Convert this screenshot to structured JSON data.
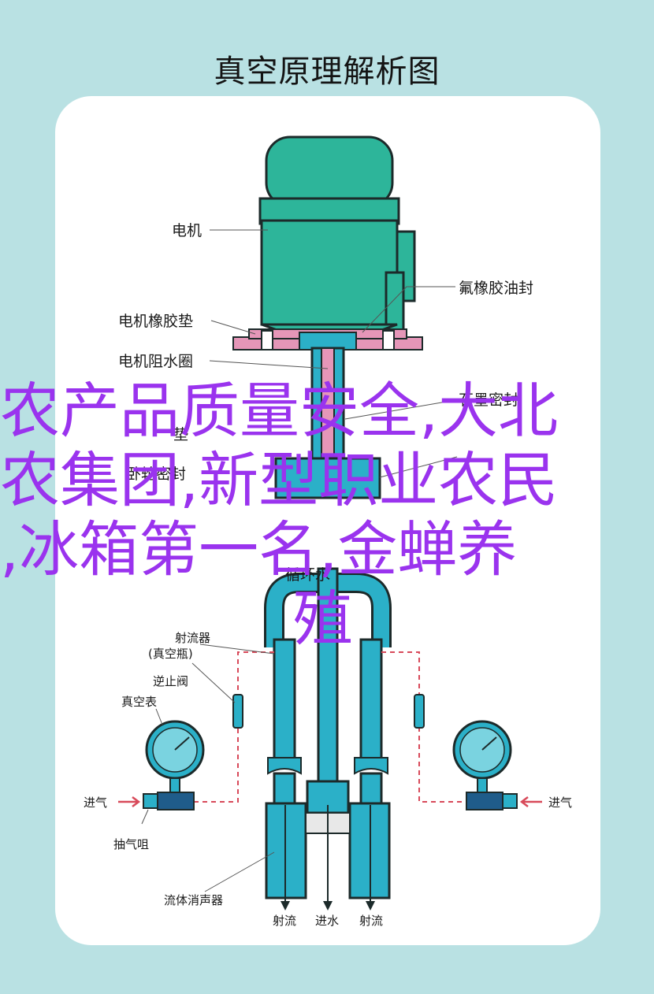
{
  "title": "真空原理解析图",
  "labels": {
    "motor": "电机",
    "fluoro_seal": "氟橡胶油封",
    "motor_gasket": "电机橡胶垫",
    "motor_water_ring": "电机阻水圈",
    "graphite_seal": "石墨密封",
    "gasket_a": "垫",
    "flow_seal": "卧轮密封",
    "circ_water": "循环水",
    "ejector": "射流器",
    "ejector_sub": "(真空瓶)",
    "check_valve": "逆止阀",
    "vacuum_gauge": "真空表",
    "air_in_left": "进气",
    "air_in_right": "进气",
    "air_valve": "抽气咀",
    "silencer": "流体消声器",
    "jet_out": "射流",
    "water_in": "进水"
  },
  "overlay": {
    "line1": "农产品质量安全,大北",
    "line2": "农集团,新型职业农民",
    "line3": ",冰箱第一名,金蝉养",
    "line4": "殖"
  },
  "colors": {
    "background": "#b9e1e3",
    "motor": "#2db59a",
    "pipe": "#2bb0c8",
    "flange": "#e596b8",
    "overlay_text": "#9a33ee",
    "dark_valve": "#1f5c8a"
  }
}
